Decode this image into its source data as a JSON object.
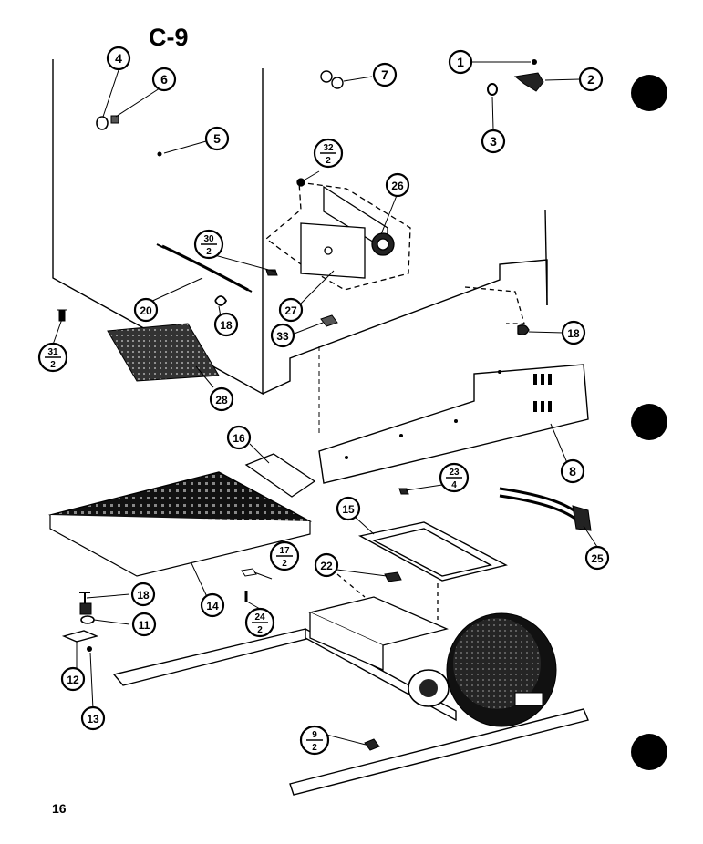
{
  "diagram": {
    "title": "C-9",
    "page_number": "16"
  },
  "callouts": [
    {
      "id": "c1",
      "label": "1"
    },
    {
      "id": "c2",
      "label": "2"
    },
    {
      "id": "c3",
      "label": "3"
    },
    {
      "id": "c4",
      "label": "4"
    },
    {
      "id": "c5",
      "label": "5"
    },
    {
      "id": "c6",
      "label": "6"
    },
    {
      "id": "c7",
      "label": "7"
    },
    {
      "id": "c8",
      "label": "8"
    },
    {
      "id": "c11",
      "label": "11"
    },
    {
      "id": "c12",
      "label": "12"
    },
    {
      "id": "c13",
      "label": "13"
    },
    {
      "id": "c14",
      "label": "14"
    },
    {
      "id": "c15",
      "label": "15"
    },
    {
      "id": "c16",
      "label": "16"
    },
    {
      "id": "c18a",
      "label": "18"
    },
    {
      "id": "c18b",
      "label": "18"
    },
    {
      "id": "c18c",
      "label": "18"
    },
    {
      "id": "c20",
      "label": "20"
    },
    {
      "id": "c22",
      "label": "22"
    },
    {
      "id": "c25",
      "label": "25"
    },
    {
      "id": "c26",
      "label": "26"
    },
    {
      "id": "c27",
      "label": "27"
    },
    {
      "id": "c28",
      "label": "28"
    },
    {
      "id": "c33",
      "label": "33"
    }
  ],
  "fraction_callouts": [
    {
      "id": "f32",
      "numerator": "32",
      "denominator": "2"
    },
    {
      "id": "f30",
      "numerator": "30",
      "denominator": "2"
    },
    {
      "id": "f31",
      "numerator": "31",
      "denominator": "2"
    },
    {
      "id": "f23",
      "numerator": "23",
      "denominator": "4"
    },
    {
      "id": "f17",
      "numerator": "17",
      "denominator": "2"
    },
    {
      "id": "f24",
      "numerator": "24",
      "denominator": "2"
    },
    {
      "id": "f9",
      "numerator": "9",
      "denominator": "2"
    }
  ]
}
